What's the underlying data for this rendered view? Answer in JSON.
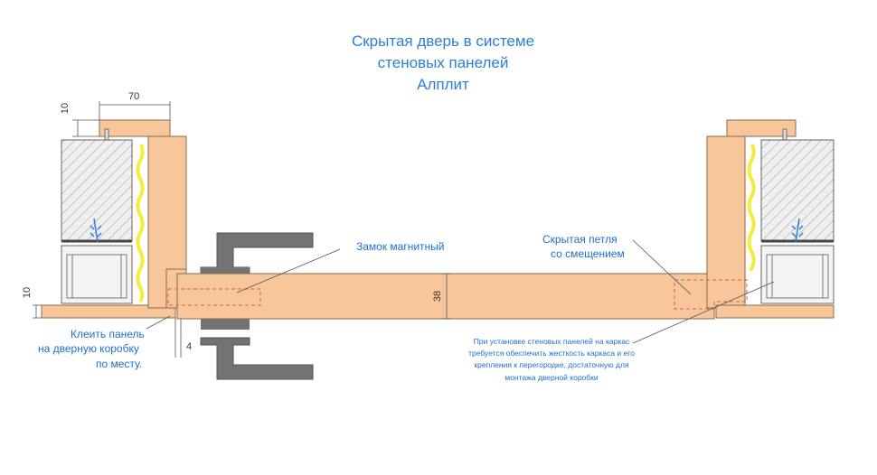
{
  "title": {
    "line1": "Скрытая дверь в системе",
    "line2": "стеновых панелей",
    "line3": "Алплит"
  },
  "labels": {
    "lock": "Замок магнитный",
    "hinge_line1": "Скрытая петля",
    "hinge_line2": "со смещением",
    "glue_line1": "Клеить панель",
    "glue_line2": "на дверную коробку",
    "glue_line3": "по месту.",
    "note_line1": "При установке стеновых панелей на каркас",
    "note_line2": "требуется обеспечить жесткость каркаса и его",
    "note_line3": "крепления к перегородке, достаточную для",
    "note_line4": "монтажа дверной коробки"
  },
  "dimensions": {
    "width_70": "70",
    "top_10": "10",
    "bottom_10": "10",
    "door_38": "38",
    "gap_4": "4"
  },
  "colors": {
    "wood": "#f7c79b",
    "wood_stroke": "#8a6a4a",
    "text_blue": "#1f6fd0",
    "title_blue": "#2b7fd8",
    "gray_handle": "#707070",
    "hatch": "#9a9a9a",
    "glue_yellow": "#f4ee3a",
    "dashed_red": "#d06040"
  }
}
